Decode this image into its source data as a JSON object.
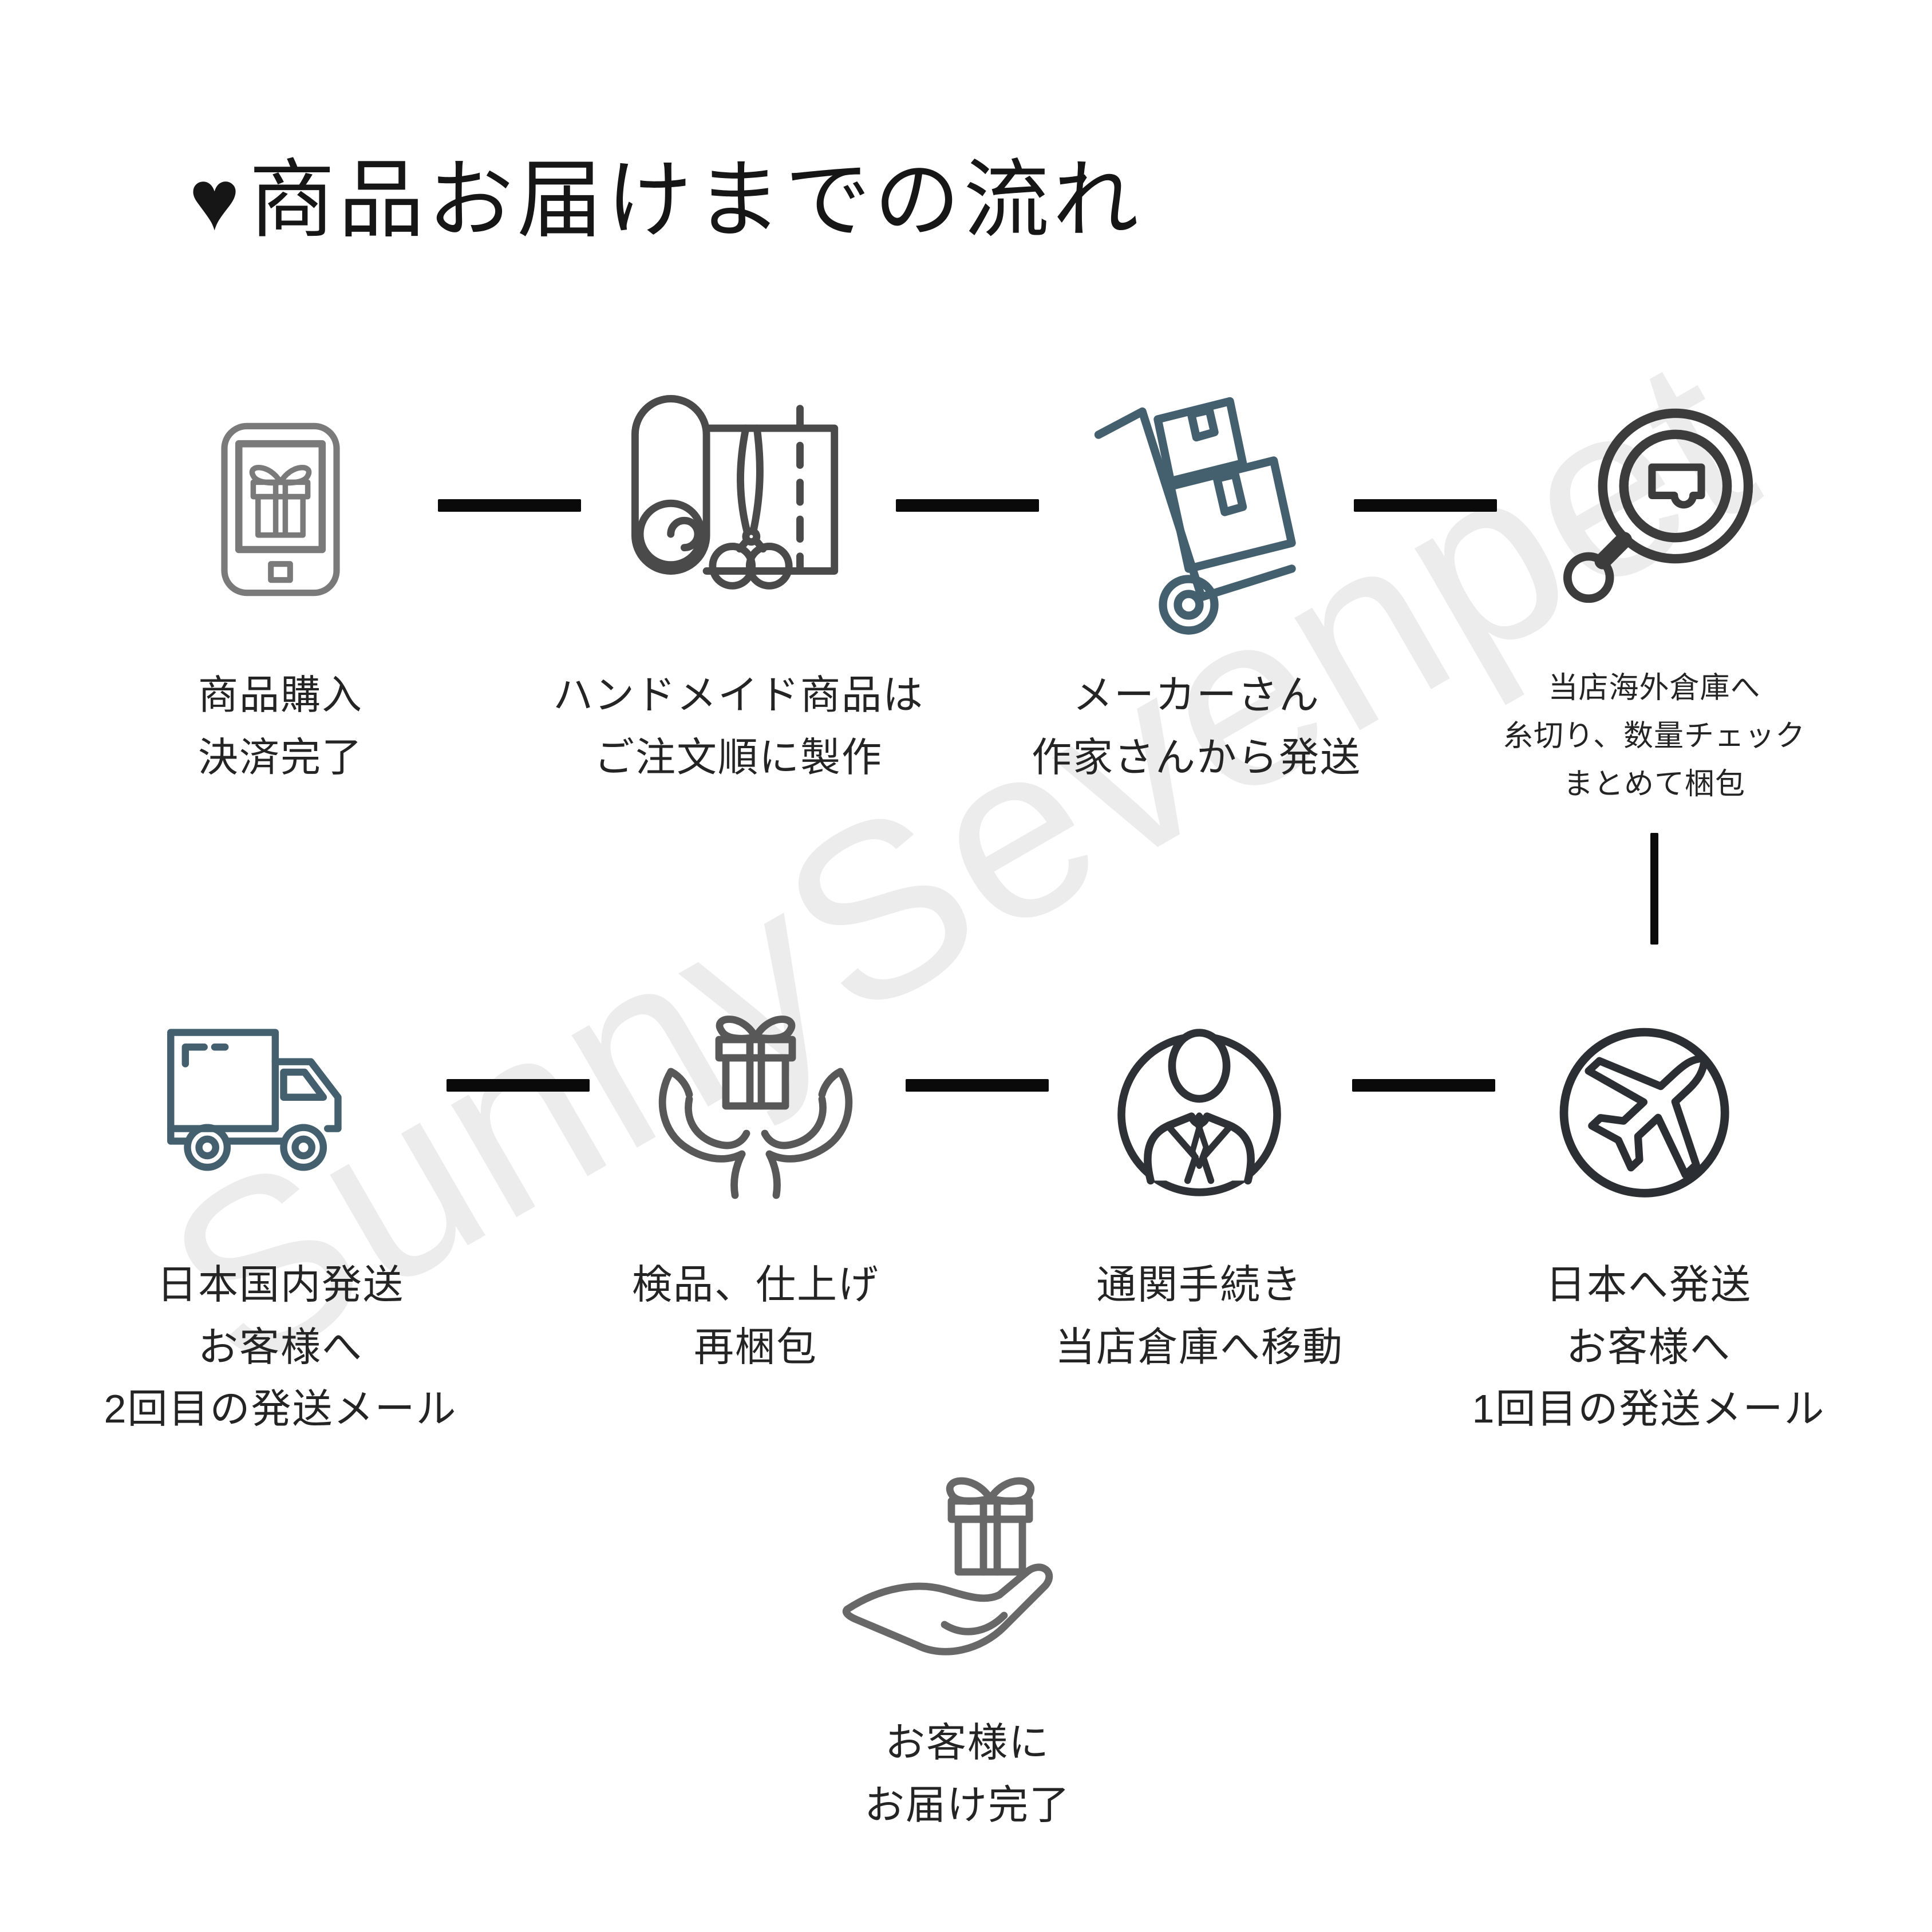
{
  "header": {
    "heart": "♥",
    "title": "商品お届けまでの流れ"
  },
  "watermark": {
    "text": "SunnySevenpet",
    "color": "#ececec"
  },
  "colors": {
    "background": "#ffffff",
    "connector": "#0a0a0a",
    "title_text": "#161616",
    "label_text": "#242424",
    "icon_gray": "#4a4a4a",
    "icon_phone_gray": "#7a7a7a",
    "icon_slate_blue": "#44606f",
    "icon_dark": "#2e3236"
  },
  "steps": {
    "row1": [
      {
        "name": "purchase",
        "icon": "smartphone-gift-icon",
        "lines": [
          "商品購入",
          "決済完了"
        ]
      },
      {
        "name": "handmade-production",
        "icon": "fabric-scissors-icon",
        "lines": [
          "ハンドメイド商品は",
          "ご注文順に製作"
        ]
      },
      {
        "name": "maker-dispatch",
        "icon": "handtruck-boxes-icon",
        "lines": [
          "メーカーさん",
          "作家さんから発送"
        ]
      },
      {
        "name": "overseas-warehouse",
        "icon": "magnifier-package-icon",
        "lines": [
          "当店海外倉庫へ",
          "糸切り、数量チェック",
          "まとめて梱包"
        ]
      }
    ],
    "row2": [
      {
        "name": "japan-domestic-shipping",
        "icon": "delivery-truck-icon",
        "lines": [
          "日本国内発送",
          "お客様へ",
          "2回目の発送メール"
        ]
      },
      {
        "name": "inspection-repacking",
        "icon": "hands-holding-gift-icon",
        "lines": [
          "検品、仕上げ",
          "再梱包"
        ]
      },
      {
        "name": "customs-clearance",
        "icon": "staff-person-icon",
        "lines": [
          "通関手続き",
          "当店倉庫へ移動"
        ]
      },
      {
        "name": "shipping-to-japan",
        "icon": "airplane-circle-icon",
        "lines": [
          "日本へ発送",
          "お客様へ",
          "1回目の発送メール"
        ]
      }
    ],
    "final": {
      "name": "delivery-complete",
      "icon": "hand-presenting-gift-icon",
      "lines": [
        "お客様に",
        "お届け完了"
      ]
    }
  }
}
